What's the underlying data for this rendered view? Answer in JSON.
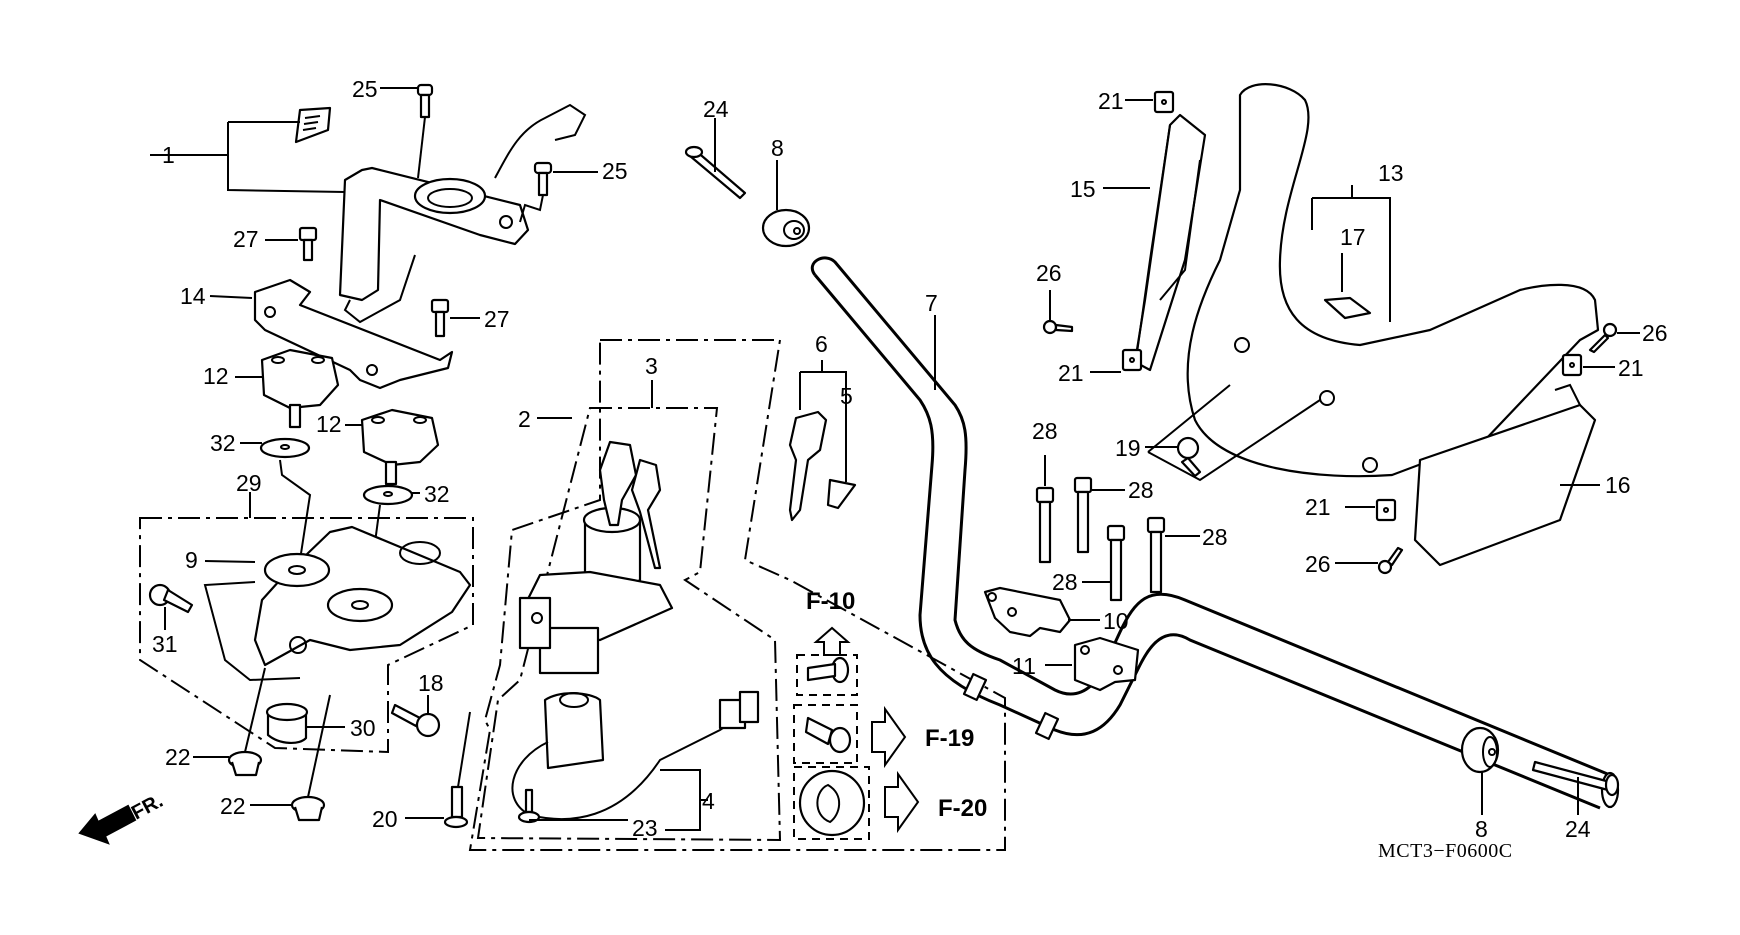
{
  "diagram": {
    "title_code": "MCT3−F0600C",
    "direction_indicator": "FR.",
    "ink_color": "#000000",
    "background_color": "#ffffff",
    "callouts": [
      {
        "id": "c1",
        "label": "1"
      },
      {
        "id": "c25a",
        "label": "25"
      },
      {
        "id": "c25b",
        "label": "25"
      },
      {
        "id": "c27a",
        "label": "27"
      },
      {
        "id": "c27b",
        "label": "27"
      },
      {
        "id": "c14",
        "label": "14"
      },
      {
        "id": "c12a",
        "label": "12"
      },
      {
        "id": "c12b",
        "label": "12"
      },
      {
        "id": "c32a",
        "label": "32"
      },
      {
        "id": "c32b",
        "label": "32"
      },
      {
        "id": "c29",
        "label": "29"
      },
      {
        "id": "c9",
        "label": "9"
      },
      {
        "id": "c31",
        "label": "31"
      },
      {
        "id": "c30",
        "label": "30"
      },
      {
        "id": "c18",
        "label": "18"
      },
      {
        "id": "c22a",
        "label": "22"
      },
      {
        "id": "c22b",
        "label": "22"
      },
      {
        "id": "c20",
        "label": "20"
      },
      {
        "id": "c2",
        "label": "2"
      },
      {
        "id": "c3",
        "label": "3"
      },
      {
        "id": "c4",
        "label": "4"
      },
      {
        "id": "c23",
        "label": "23"
      },
      {
        "id": "c6",
        "label": "6"
      },
      {
        "id": "c5",
        "label": "5"
      },
      {
        "id": "c24a",
        "label": "24"
      },
      {
        "id": "c8a",
        "label": "8"
      },
      {
        "id": "c7",
        "label": "7"
      },
      {
        "id": "c21a",
        "label": "21"
      },
      {
        "id": "c15",
        "label": "15"
      },
      {
        "id": "c26a",
        "label": "26"
      },
      {
        "id": "c21b",
        "label": "21"
      },
      {
        "id": "c13",
        "label": "13"
      },
      {
        "id": "c17",
        "label": "17"
      },
      {
        "id": "c26b",
        "label": "26"
      },
      {
        "id": "c21c",
        "label": "21"
      },
      {
        "id": "c16",
        "label": "16"
      },
      {
        "id": "c19",
        "label": "19"
      },
      {
        "id": "c28a",
        "label": "28"
      },
      {
        "id": "c28b",
        "label": "28"
      },
      {
        "id": "c28c",
        "label": "28"
      },
      {
        "id": "c28d",
        "label": "28"
      },
      {
        "id": "c21d",
        "label": "21"
      },
      {
        "id": "c26c",
        "label": "26"
      },
      {
        "id": "c10",
        "label": "10"
      },
      {
        "id": "c11",
        "label": "11"
      },
      {
        "id": "c8b",
        "label": "8"
      },
      {
        "id": "c24b",
        "label": "24"
      }
    ],
    "section_references": [
      {
        "id": "f10",
        "label": "F-10",
        "arrow": "up"
      },
      {
        "id": "f19",
        "label": "F-19",
        "arrow": "right"
      },
      {
        "id": "f20",
        "label": "F-20",
        "arrow": "right"
      }
    ]
  }
}
